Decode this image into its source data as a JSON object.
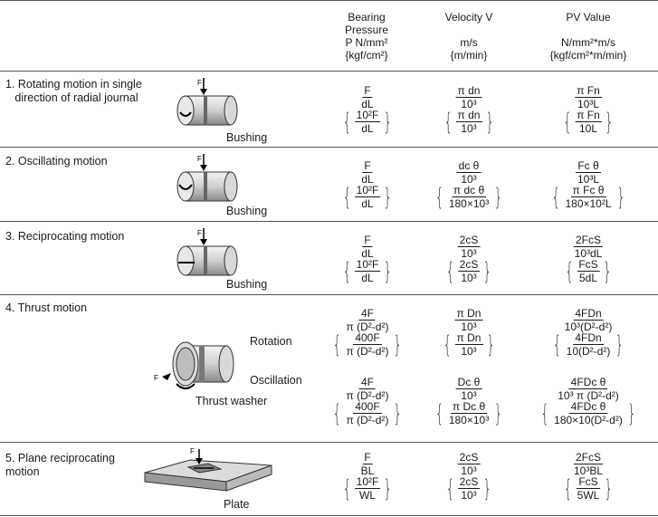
{
  "header": {
    "bearing": [
      "Bearing",
      "Pressure",
      "P N/mm²",
      "{kgf/cm²}"
    ],
    "velocity": [
      "Velocity V",
      "m/s",
      "{m/min}"
    ],
    "pv": [
      "PV Value",
      "N/mm²*m/s",
      "{kgf/cm²*m/min}"
    ]
  },
  "rows": [
    {
      "label": [
        "1. Rotating motion in single",
        "   direction of radial journal"
      ],
      "figure_label": "Bushing",
      "p": [
        [
          "F",
          "dL"
        ],
        [
          "10²F",
          "dL"
        ]
      ],
      "v": [
        [
          "π dn",
          "10³"
        ],
        [
          "π dn",
          "10³"
        ]
      ],
      "pv": [
        [
          "π Fn",
          "10³L"
        ],
        [
          "π Fn",
          "10L"
        ]
      ]
    },
    {
      "label": [
        "2. Oscillating motion"
      ],
      "figure_label": "Bushing",
      "p": [
        [
          "F",
          "dL"
        ],
        [
          "10²F",
          "dL"
        ]
      ],
      "v": [
        [
          "dc θ",
          "10³"
        ],
        [
          "π dc θ",
          "180×10³"
        ]
      ],
      "pv": [
        [
          "Fc θ",
          "10³L"
        ],
        [
          "π Fc θ",
          "180×10²L"
        ]
      ]
    },
    {
      "label": [
        "3. Reciprocating motion"
      ],
      "figure_label": "Bushing",
      "p": [
        [
          "F",
          "dL"
        ],
        [
          "10²F",
          "dL"
        ]
      ],
      "v": [
        [
          "2cS",
          "10³"
        ],
        [
          "2cS",
          "10³"
        ]
      ],
      "pv": [
        [
          "2FcS",
          "10³dL"
        ],
        [
          "FcS",
          "5dL"
        ]
      ]
    },
    {
      "label": [
        "4. Thrust motion"
      ],
      "figure_label": "Thrust washer",
      "sub_labels": [
        "Rotation",
        "Oscillation"
      ],
      "force": "F",
      "rot": {
        "p": [
          [
            "4F",
            "π (D²-d²)"
          ],
          [
            "400F",
            "π (D²-d²)"
          ]
        ],
        "v": [
          [
            "π Dn",
            "10³"
          ],
          [
            "π Dn",
            "10³"
          ]
        ],
        "pv": [
          [
            "4FDn",
            "10³(D²-d²)"
          ],
          [
            "4FDn",
            "10(D²-d²)"
          ]
        ]
      },
      "osc": {
        "p": [
          [
            "4F",
            "π (D²-d²)"
          ],
          [
            "400F",
            "π (D²-d²)"
          ]
        ],
        "v": [
          [
            "Dc θ",
            "10³"
          ],
          [
            "π Dc θ",
            "180×10³"
          ]
        ],
        "pv": [
          [
            "4FDc θ",
            "10³ π (D²-d²)"
          ],
          [
            "4FDc θ",
            "180×10(D²-d²)"
          ]
        ]
      }
    },
    {
      "label": [
        "5. Plane reciprocating",
        "motion"
      ],
      "figure_label": "Plate",
      "force": "F",
      "p": [
        [
          "F",
          "BL"
        ],
        [
          "10²F",
          "WL"
        ]
      ],
      "v": [
        [
          "2cS",
          "10³"
        ],
        [
          "2cS",
          "10³"
        ]
      ],
      "pv": [
        [
          "2FcS",
          "10³BL"
        ],
        [
          "FcS",
          "5WL"
        ]
      ]
    }
  ]
}
